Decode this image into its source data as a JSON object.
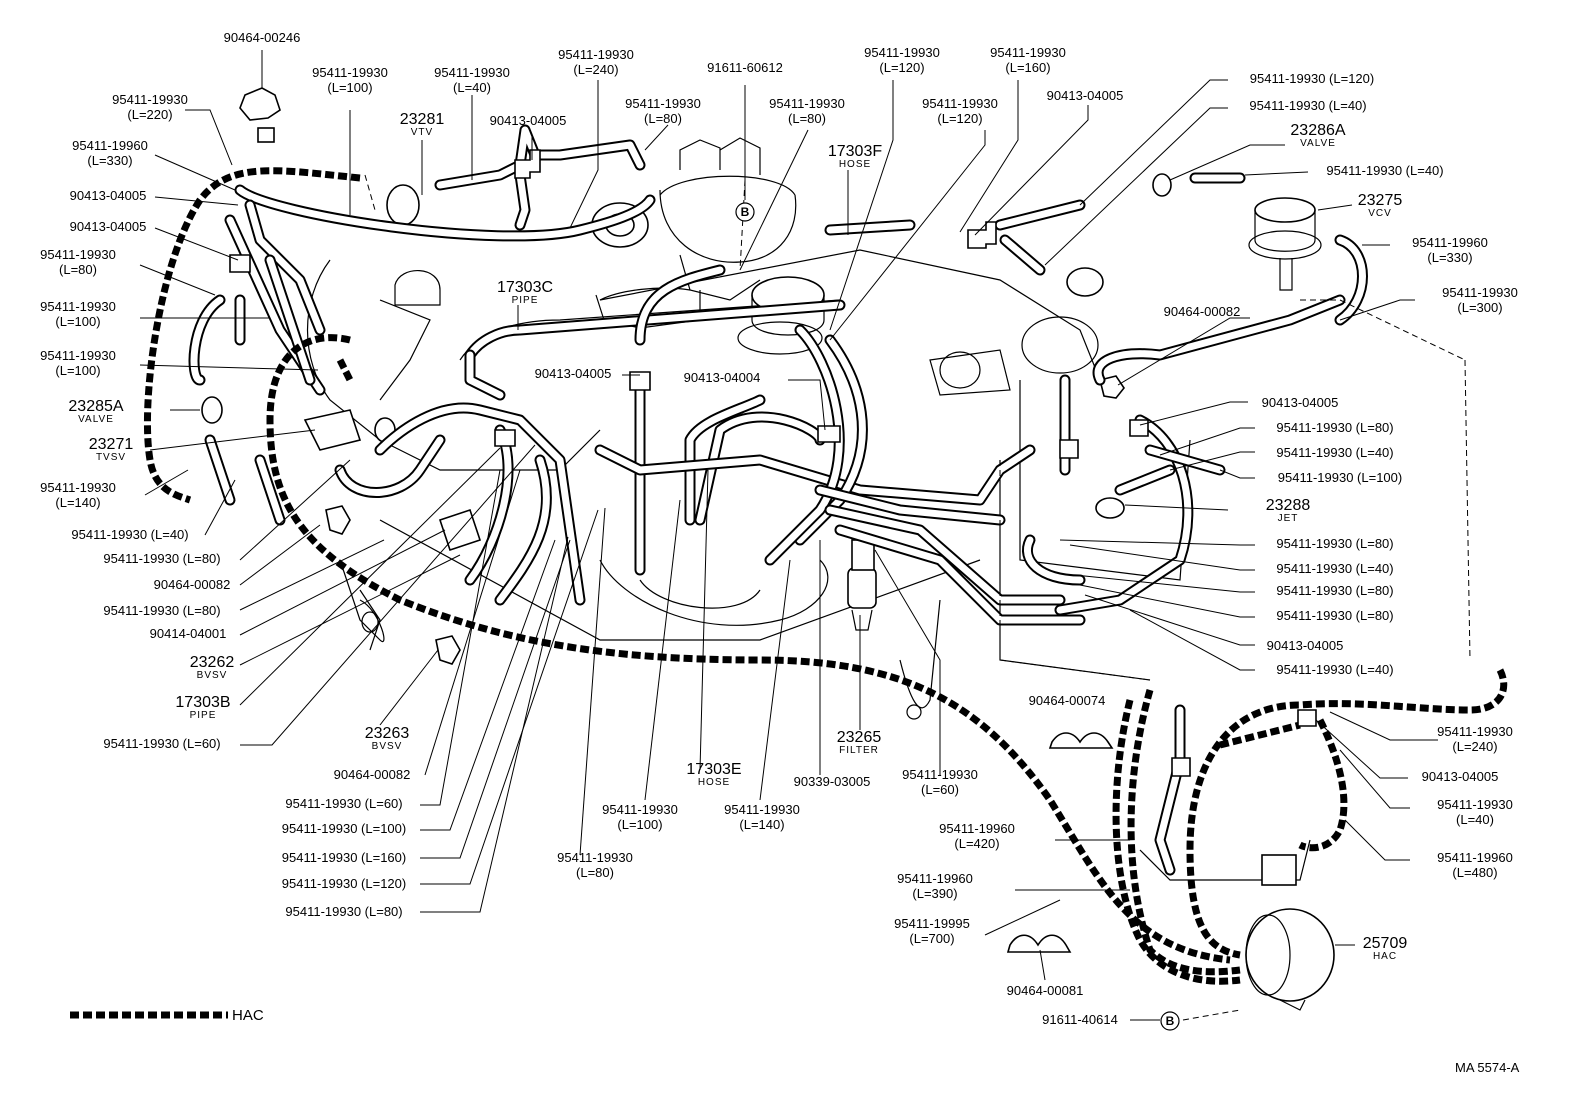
{
  "drawing_number": "MA 5574-A",
  "legend": {
    "hac_label": "HAC"
  },
  "ref_marker": "B",
  "labels": {
    "l01": [
      "90464-00246"
    ],
    "l02": [
      "95411-19930",
      "(L=220)"
    ],
    "l03": [
      "95411-19960",
      "(L=330)"
    ],
    "l04": [
      "90413-04005"
    ],
    "l05": [
      "90413-04005"
    ],
    "l06": [
      "95411-19930",
      "(L=80)"
    ],
    "l07": [
      "95411-19930",
      "(L=100)"
    ],
    "l08": [
      "95411-19930",
      "(L=100)"
    ],
    "l09": [
      "95411-19930",
      "(L=140)"
    ],
    "l10": [
      "95411-19930 (L=40)"
    ],
    "l11": [
      "95411-19930 (L=80)"
    ],
    "l12": [
      "90464-00082"
    ],
    "l13": [
      "95411-19930 (L=80)"
    ],
    "l14": [
      "90414-04001"
    ],
    "l15": [
      "95411-19930 (L=60)"
    ],
    "l16": [
      "95411-19930",
      "(L=100)"
    ],
    "l17": [
      "95411-19930",
      "(L=40)"
    ],
    "l18": [
      "95411-19930",
      "(L=240)"
    ],
    "l19": [
      "91611-60612"
    ],
    "l20": [
      "95411-19930",
      "(L=80)"
    ],
    "l21": [
      "95411-19930",
      "(L=80)"
    ],
    "l22": [
      "90413-04005"
    ],
    "l23": [
      "95411-19930",
      "(L=120)"
    ],
    "l24": [
      "95411-19930",
      "(L=160)"
    ],
    "l25": [
      "95411-19930",
      "(L=120)"
    ],
    "l26": [
      "90413-04005"
    ],
    "l27": [
      "90413-04005"
    ],
    "l28": [
      "90413-04004"
    ],
    "l29": [
      "95411-19930 (L=120)"
    ],
    "l30": [
      "95411-19930 (L=40)"
    ],
    "l31": [
      "95411-19930 (L=40)"
    ],
    "l32": [
      "95411-19960",
      "(L=330)"
    ],
    "l33": [
      "95411-19930",
      "(L=300)"
    ],
    "l34": [
      "90464-00082"
    ],
    "l35": [
      "90413-04005"
    ],
    "l36": [
      "95411-19930 (L=80)"
    ],
    "l37": [
      "95411-19930 (L=40)"
    ],
    "l38": [
      "95411-19930 (L=100)"
    ],
    "l39": [
      "95411-19930 (L=80)"
    ],
    "l40": [
      "95411-19930 (L=40)"
    ],
    "l41": [
      "95411-19930 (L=80)"
    ],
    "l42": [
      "95411-19930 (L=80)"
    ],
    "l43": [
      "90413-04005"
    ],
    "l44": [
      "95411-19930 (L=40)"
    ],
    "l45": [
      "90464-00074"
    ],
    "l46": [
      "95411-19930",
      "(L=240)"
    ],
    "l47": [
      "90413-04005"
    ],
    "l48": [
      "95411-19930",
      "(L=40)"
    ],
    "l49": [
      "95411-19960",
      "(L=480)"
    ],
    "l50": [
      "95411-19960",
      "(L=420)"
    ],
    "l51": [
      "95411-19960",
      "(L=390)"
    ],
    "l52": [
      "95411-19995",
      "(L=700)"
    ],
    "l53": [
      "90464-00081"
    ],
    "l54": [
      "91611-40614"
    ],
    "l55": [
      "90464-00082"
    ],
    "l56": [
      "95411-19930 (L=60)"
    ],
    "l57": [
      "95411-19930 (L=100)"
    ],
    "l58": [
      "95411-19930 (L=160)"
    ],
    "l59": [
      "95411-19930 (L=120)"
    ],
    "l60": [
      "95411-19930 (L=80)"
    ],
    "l61": [
      "95411-19930",
      "(L=80)"
    ],
    "l62": [
      "95411-19930",
      "(L=100)"
    ],
    "l63": [
      "95411-19930",
      "(L=140)"
    ],
    "l64": [
      "90339-03005"
    ],
    "l65": [
      "95411-19930",
      "(L=60)"
    ]
  },
  "components": {
    "c01": {
      "code": "23281",
      "name": "VTV"
    },
    "c02": {
      "code": "23285A",
      "name": "VALVE"
    },
    "c03": {
      "code": "23271",
      "name": "TVSV"
    },
    "c04": {
      "code": "23262",
      "name": "BVSV"
    },
    "c05": {
      "code": "17303B",
      "name": "PIPE"
    },
    "c06": {
      "code": "23263",
      "name": "BVSV"
    },
    "c07": {
      "code": "17303C",
      "name": "PIPE"
    },
    "c08": {
      "code": "17303F",
      "name": "HOSE"
    },
    "c09": {
      "code": "17303E",
      "name": "HOSE"
    },
    "c10": {
      "code": "23265",
      "name": "FILTER"
    },
    "c11": {
      "code": "23286A",
      "name": "VALVE"
    },
    "c12": {
      "code": "23275",
      "name": "VCV"
    },
    "c13": {
      "code": "23288",
      "name": "JET"
    },
    "c14": {
      "code": "25709",
      "name": "HAC"
    }
  }
}
